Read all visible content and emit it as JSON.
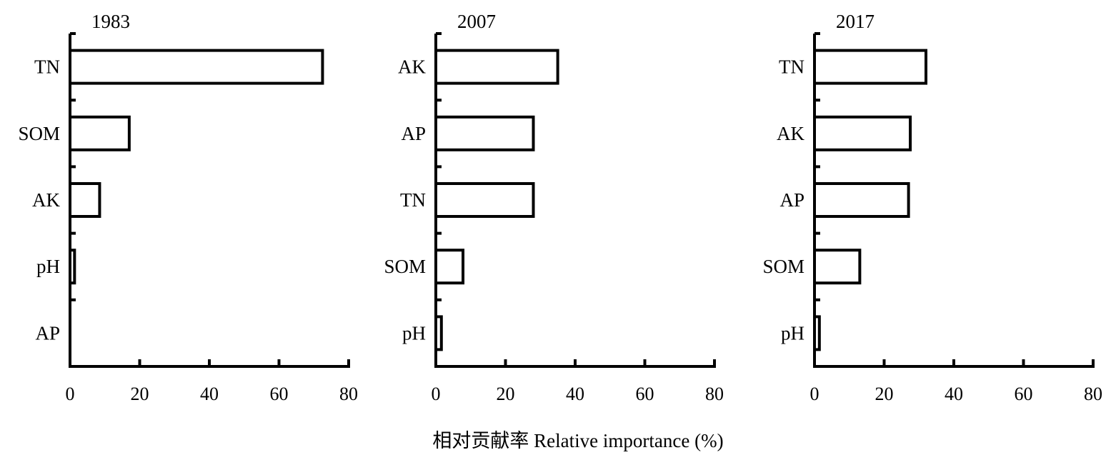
{
  "chart_data": {
    "type": "bar",
    "orientation": "horizontal",
    "xlabel": "相对贡献率 Relative importance (%)",
    "xlim": [
      0,
      80
    ],
    "xticks": [
      "0",
      "20",
      "40",
      "60",
      "80"
    ],
    "grid": false,
    "panels": [
      {
        "title": "1983",
        "categories": [
          "TN",
          "SOM",
          "AK",
          "pH",
          "AP"
        ],
        "values": [
          72.5,
          17.0,
          8.5,
          1.3,
          0.0
        ]
      },
      {
        "title": "2007",
        "categories": [
          "AK",
          "AP",
          "TN",
          "SOM",
          "pH"
        ],
        "values": [
          35.0,
          28.0,
          28.0,
          7.8,
          1.6
        ]
      },
      {
        "title": "2017",
        "categories": [
          "TN",
          "AK",
          "AP",
          "SOM",
          "pH"
        ],
        "values": [
          32.0,
          27.5,
          27.0,
          13.0,
          1.4
        ]
      }
    ]
  }
}
